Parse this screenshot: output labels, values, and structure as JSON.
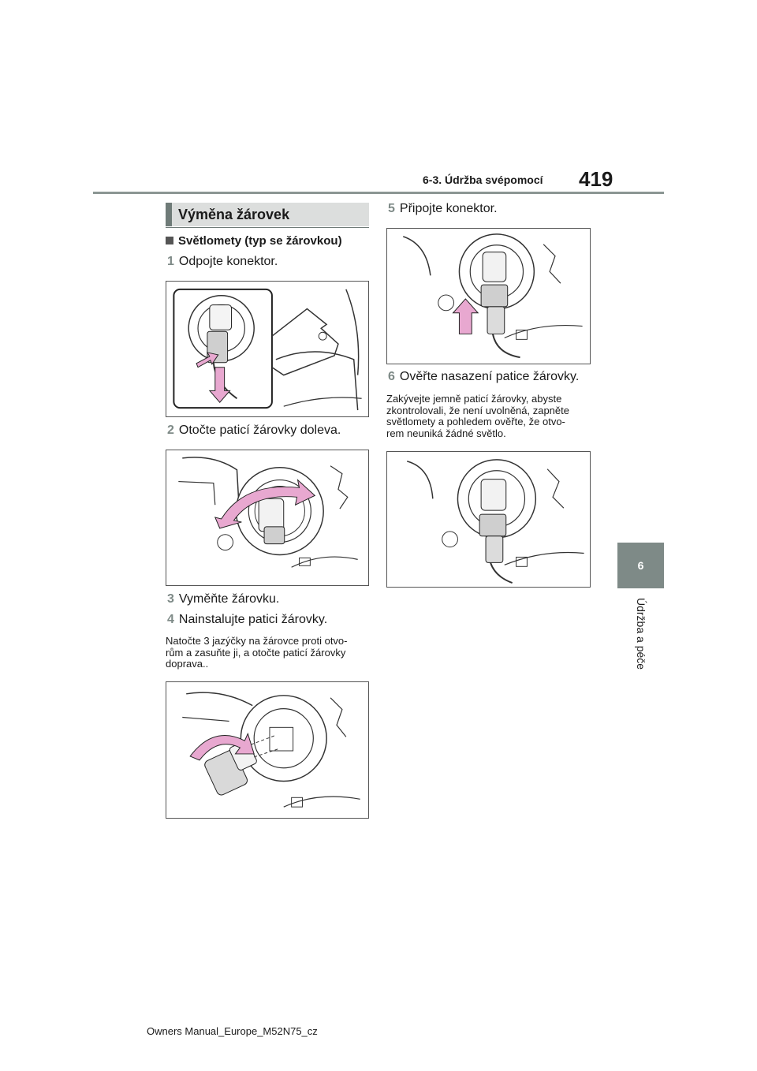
{
  "header": {
    "section_title": "6-3. Údržba svépomocí",
    "page_number": "419"
  },
  "chapter_tab": {
    "number": "6",
    "label": "Údržba a péče"
  },
  "section": {
    "heading": "Výměna žárovek",
    "subheading": "Světlomety (typ se žárovkou)"
  },
  "steps": [
    {
      "num": "1",
      "text": "Odpojte konektor."
    },
    {
      "num": "2",
      "text": "Otočte paticí žárovky doleva."
    },
    {
      "num": "3",
      "text": "Vyměňte žárovku."
    },
    {
      "num": "4",
      "text": "Nainstalujte patici žárovky."
    },
    {
      "num": "5",
      "text": "Připojte konektor."
    },
    {
      "num": "6",
      "text": "Ověřte nasazení patice žárovky."
    }
  ],
  "notes": {
    "step4": [
      "Natočte 3 jazýčky na žárovce proti otvo-",
      "rům a zasuňte ji, a otočte paticí žárovky",
      "doprava.."
    ],
    "step6": [
      "Zakývejte jemně paticí žárovky, abyste",
      "zkontrolovali, že není uvolněná, zapněte",
      "světlomety a pohledem ověřte, že otvo-",
      "rem neuniká žádné světlo."
    ]
  },
  "colors": {
    "accent_gray": "#7e8a87",
    "arrow_pink": "#e8a8d0",
    "heading_bg": "#dcdedd"
  },
  "footer": "Owners Manual_Europe_M52N75_cz"
}
